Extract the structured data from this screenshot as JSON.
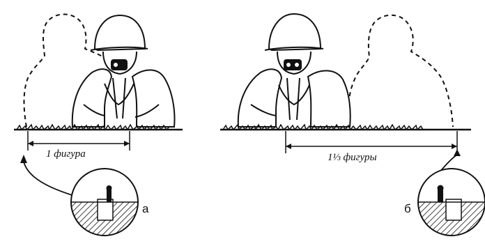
{
  "panel_a": {
    "measure_label": "1 фигура",
    "letter": "а"
  },
  "panel_b": {
    "measure_label": "1⅓ фигуры",
    "letter": "б"
  },
  "colors": {
    "ink": "#111111",
    "paper": "#ffffff"
  }
}
